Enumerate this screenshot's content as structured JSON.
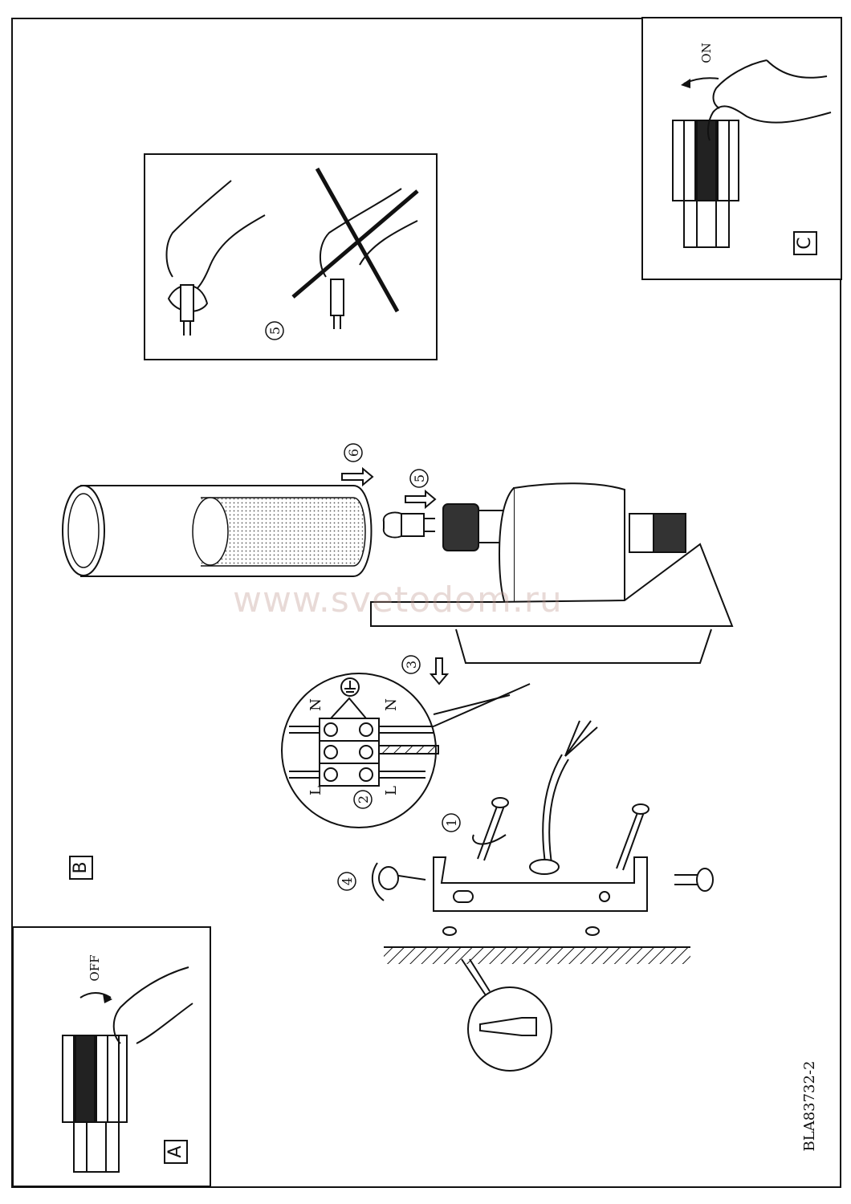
{
  "panels": {
    "a": {
      "label": "A",
      "switch_text": "OFF"
    },
    "b": {
      "label": "B"
    },
    "c": {
      "label": "C",
      "switch_text": "ON"
    }
  },
  "steps": {
    "s1": "1",
    "s2": "2",
    "s3": "3",
    "s4": "4",
    "s5": "5",
    "s5_inset": "5",
    "s6": "6"
  },
  "wiring": {
    "neutral_left": "N",
    "neutral_right": "N",
    "live_left": "L",
    "live_right": "L"
  },
  "watermark": "www.svetodom.ru",
  "doc_code": "BLA83732-2"
}
